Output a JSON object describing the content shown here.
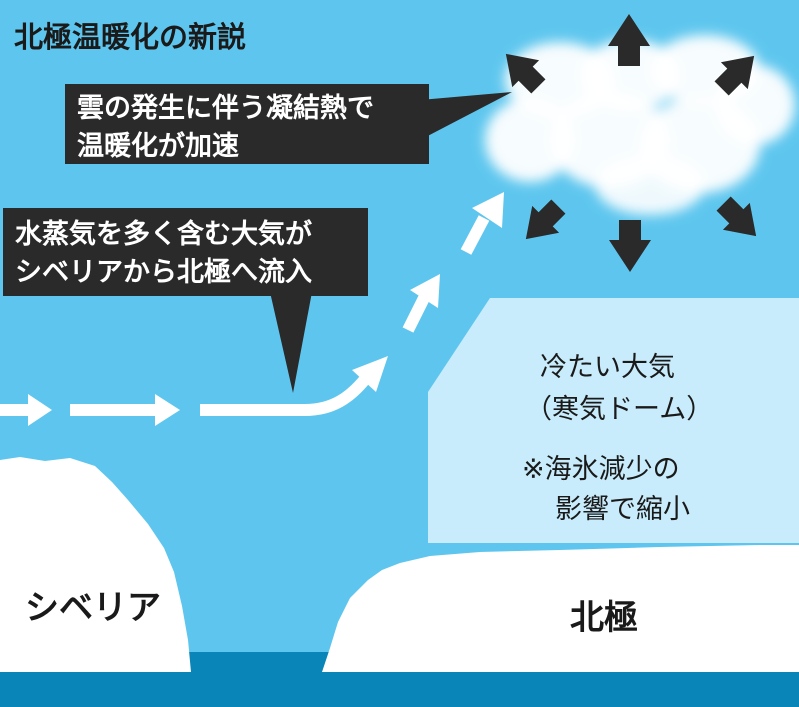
{
  "title": "北極温暖化の新説",
  "callouts": {
    "cloud_heat": [
      "雲の発生に伴う凝結熱で",
      "温暖化が加速"
    ],
    "moist_air": [
      "水蒸気を多く含む大気が",
      "シベリアから北極へ流入"
    ]
  },
  "cold_dome": {
    "line1": "冷たい大気",
    "line2": "（寒気ドーム）",
    "note1": "※海氷減少の",
    "note2": "影響で縮小"
  },
  "land": {
    "siberia": "シベリア",
    "arctic": "北極"
  },
  "colors": {
    "sky": "#5ec6ee",
    "cold_dome": "#c8ecfb",
    "sea": "#0a85b8",
    "callout_bg": "#2a2a2a",
    "arrow_dark": "#2a2a2a"
  }
}
